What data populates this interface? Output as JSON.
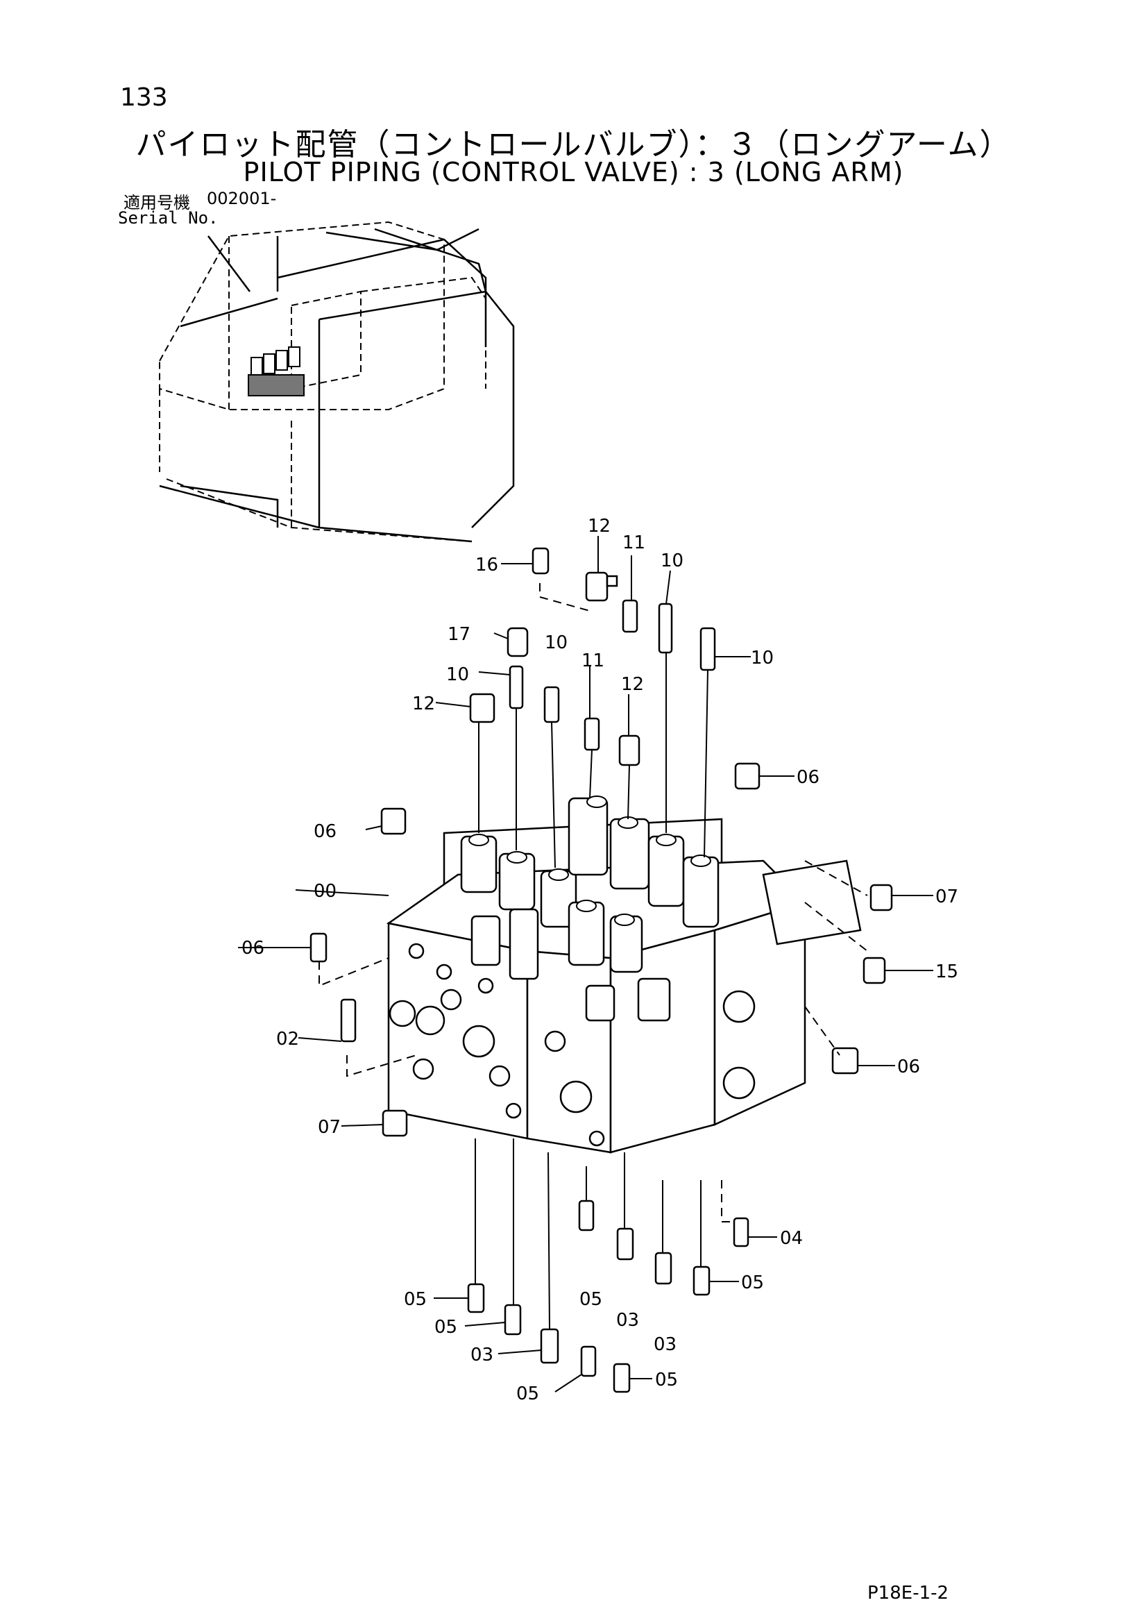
{
  "header": {
    "page_number": "133",
    "title_jp": "パイロット配管（コントロールバルブ）：３（ロングアーム）",
    "title_en": "PILOT PIPING (CONTROL VALVE) : 3 (LONG ARM)",
    "serial_label_jp": "適用号機",
    "serial_value": "002001-",
    "serial_label_en": "Serial No."
  },
  "callouts": [
    {
      "id": "c16",
      "text": "16"
    },
    {
      "id": "c12a",
      "text": "12"
    },
    {
      "id": "c11a",
      "text": "11"
    },
    {
      "id": "c10a",
      "text": "10"
    },
    {
      "id": "c17",
      "text": "17"
    },
    {
      "id": "c10b",
      "text": "10"
    },
    {
      "id": "c11b",
      "text": "11"
    },
    {
      "id": "c10c",
      "text": "10"
    },
    {
      "id": "c10d",
      "text": "10"
    },
    {
      "id": "c12b",
      "text": "12"
    },
    {
      "id": "c12c",
      "text": "12"
    },
    {
      "id": "c06a",
      "text": "06"
    },
    {
      "id": "c06b",
      "text": "06"
    },
    {
      "id": "c00",
      "text": "00"
    },
    {
      "id": "c07a",
      "text": "07"
    },
    {
      "id": "c06c",
      "text": "06"
    },
    {
      "id": "c15",
      "text": "15"
    },
    {
      "id": "c02",
      "text": "02"
    },
    {
      "id": "c06d",
      "text": "06"
    },
    {
      "id": "c07b",
      "text": "07"
    },
    {
      "id": "c04",
      "text": "04"
    },
    {
      "id": "c05a",
      "text": "05"
    },
    {
      "id": "c05b",
      "text": "05"
    },
    {
      "id": "c05c",
      "text": "05"
    },
    {
      "id": "c03a",
      "text": "03"
    },
    {
      "id": "c03b",
      "text": "03"
    },
    {
      "id": "c05d",
      "text": "05"
    },
    {
      "id": "c03c",
      "text": "03"
    },
    {
      "id": "c05e",
      "text": "05"
    },
    {
      "id": "c05f",
      "text": "05"
    }
  ],
  "footer": {
    "code": "P18E-1-2"
  }
}
